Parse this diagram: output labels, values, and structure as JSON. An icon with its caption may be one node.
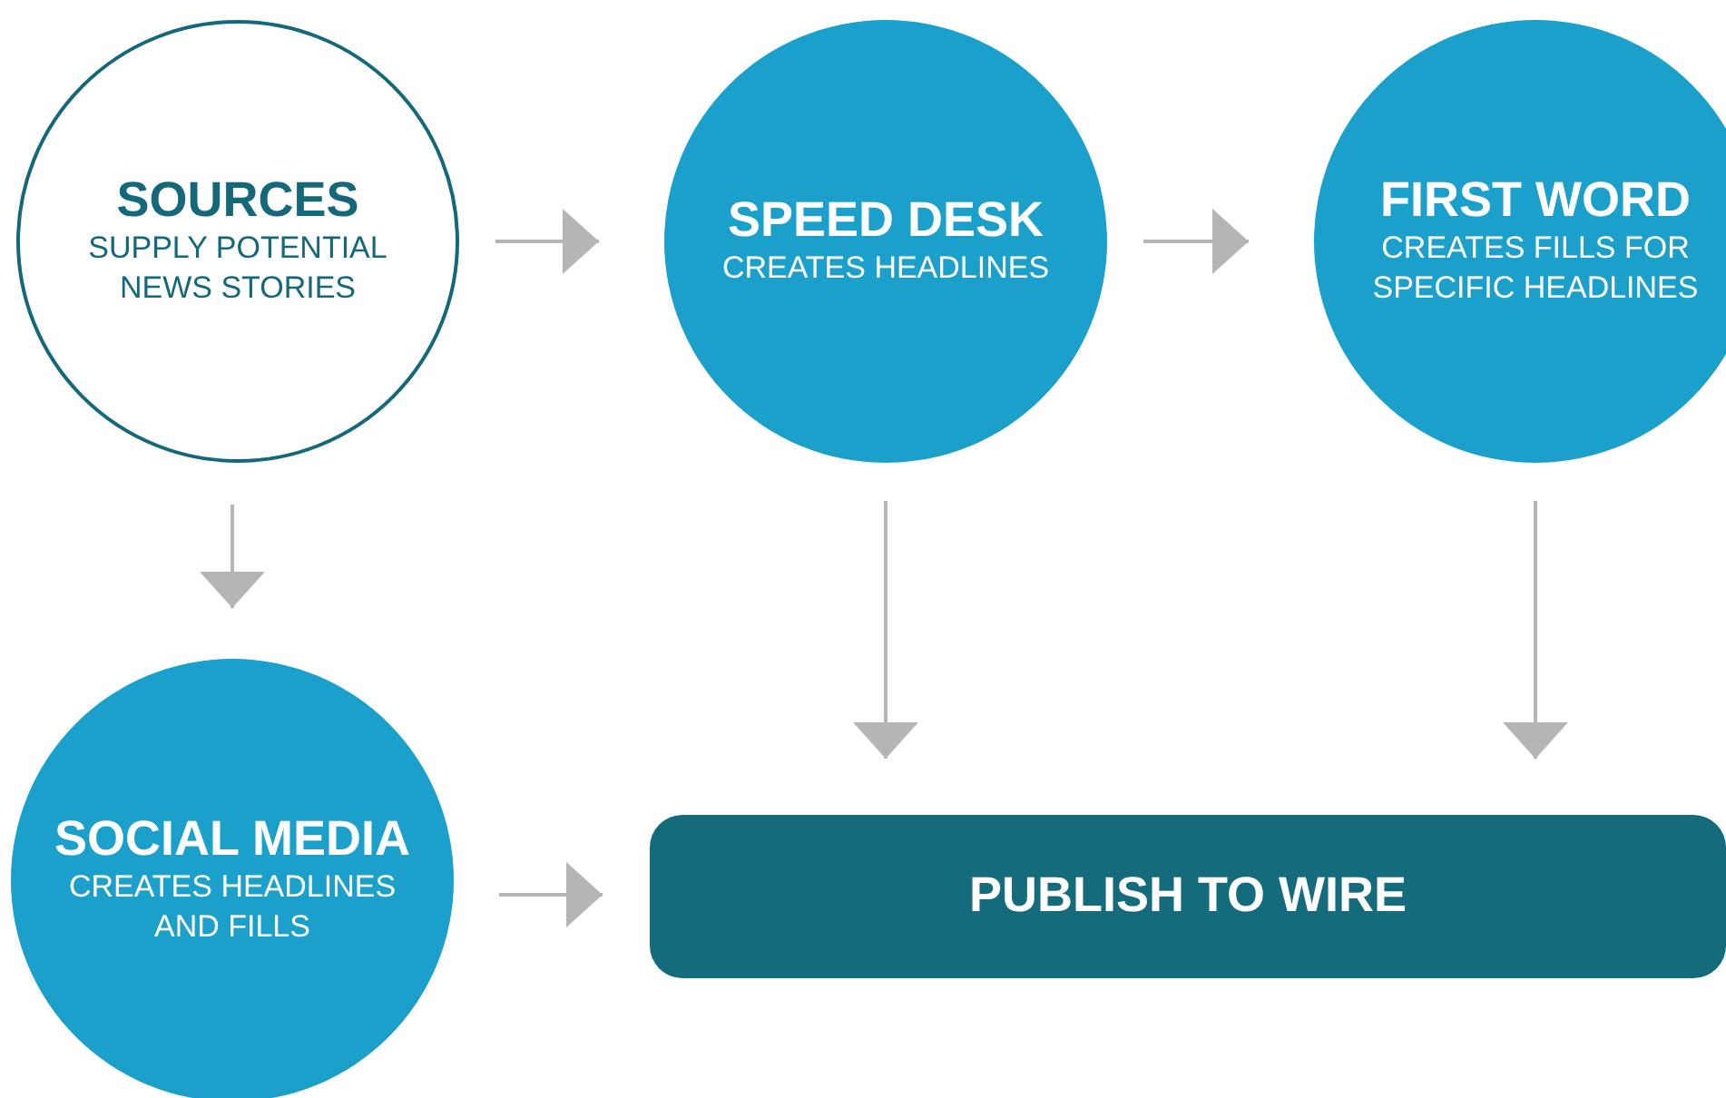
{
  "diagram": {
    "nodes": [
      {
        "text": [
          "SOURCES",
          "SUPPLY POTENTIAL NEWS STORIES"
        ]
      },
      {
        "text": [
          "SPEED DESK",
          "CREATES HEADLINES"
        ]
      },
      {
        "text": [
          "FIRST WORD",
          "CREATES FILLS FOR SPECIFIC HEADLINES"
        ]
      },
      {
        "text": [
          "SOCIAL MEDIA",
          "CREATES HEADLINES AND FILLS"
        ]
      },
      {
        "text": [
          "PUBLISH TO WIRE"
        ]
      }
    ],
    "edges": [
      {
        "from": 0,
        "to": 1,
        "arrow": "to"
      },
      {
        "from": 1,
        "to": 2,
        "arrow": "to"
      },
      {
        "from": 0,
        "to": 3,
        "arrow": "to"
      },
      {
        "from": 3,
        "to": 4,
        "arrow": "to"
      },
      {
        "from": 1,
        "to": 4,
        "arrow": "to"
      },
      {
        "from": 2,
        "to": 4,
        "arrow": "to"
      }
    ]
  }
}
